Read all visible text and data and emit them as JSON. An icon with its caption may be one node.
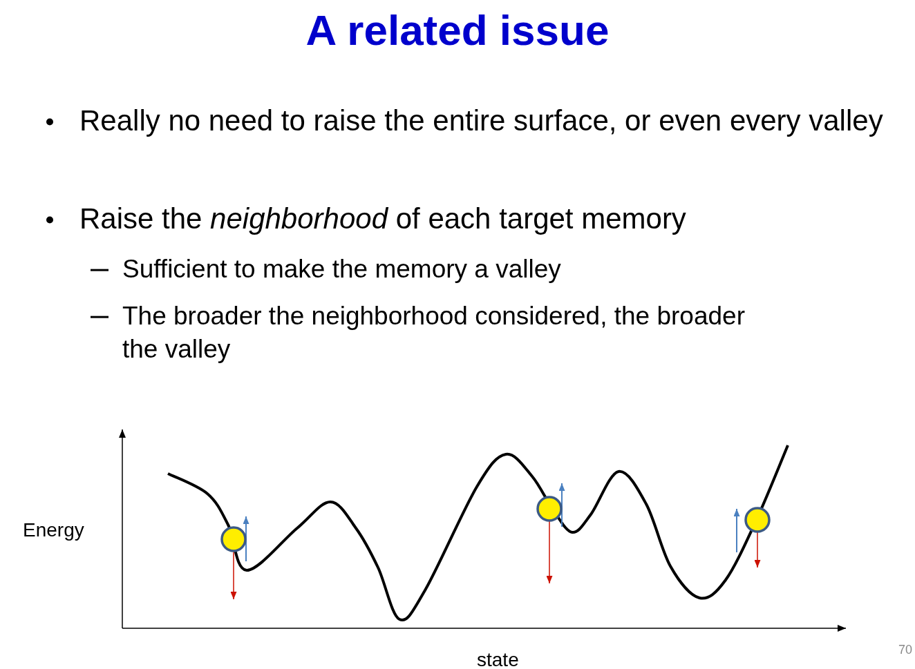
{
  "diagram": {
    "title": "A related issue",
    "labels": [
      "Really no need to raise the entire surface, or even every valley",
      "Raise the *neighborhood* of each target memory",
      "Sufficient to make the memory a valley",
      "The broader the neighborhood considered, the broader the valley",
      "Energy",
      "state",
      "70"
    ]
  }
}
